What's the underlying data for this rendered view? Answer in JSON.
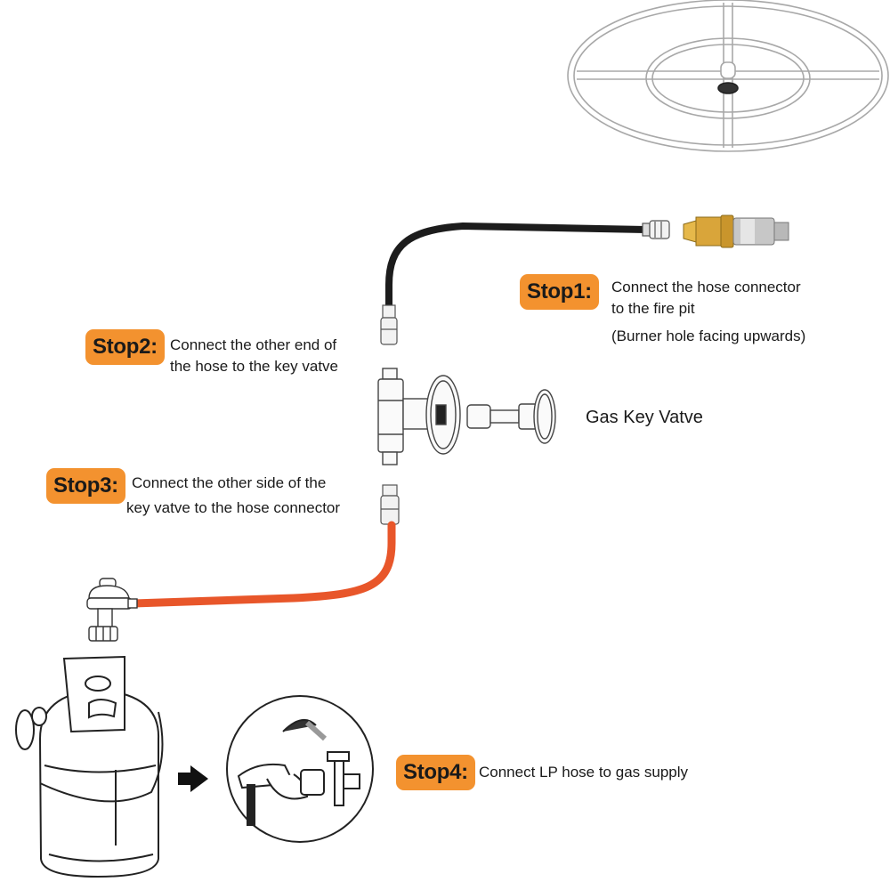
{
  "diagram": {
    "title": "Fire pit gas key valve hose installation",
    "colors": {
      "badge": "#f3922f",
      "black_hose": "#1c1c1c",
      "lp_hose": "#e8562a",
      "brass": "#d9a53a",
      "line_art": "#333333",
      "burner_ring": "#a8a8a8"
    },
    "parts": {
      "burner_ring": "fire-pit-burner-ring",
      "fire_pit_connector": "brass-quick-connector",
      "black_hose": "flex-gas-hose",
      "key_valve": "gas-key-valve",
      "key": "valve-key",
      "lp_hose": "lp-regulator-hose",
      "regulator": "lp-regulator",
      "tank": "propane-tank",
      "arrow": "right-arrow",
      "detail": "hand-connecting-detail"
    },
    "steps": [
      {
        "badge": "Stop1:",
        "lines": [
          "Connect the hose connector",
          "to the fire pit",
          "(Burner hole facing upwards)"
        ]
      },
      {
        "badge": "Stop2:",
        "lines": [
          "Connect the other end of",
          "the hose to the key vatve"
        ]
      },
      {
        "badge": "Stop3:",
        "lines": [
          "Connect the other side of the",
          "key vatve to the hose connector"
        ]
      },
      {
        "badge": "Stop4:",
        "lines": [
          "Connect LP hose to gas supply"
        ]
      }
    ],
    "labels": {
      "gas_key_valve": "Gas Key Vatve"
    }
  }
}
